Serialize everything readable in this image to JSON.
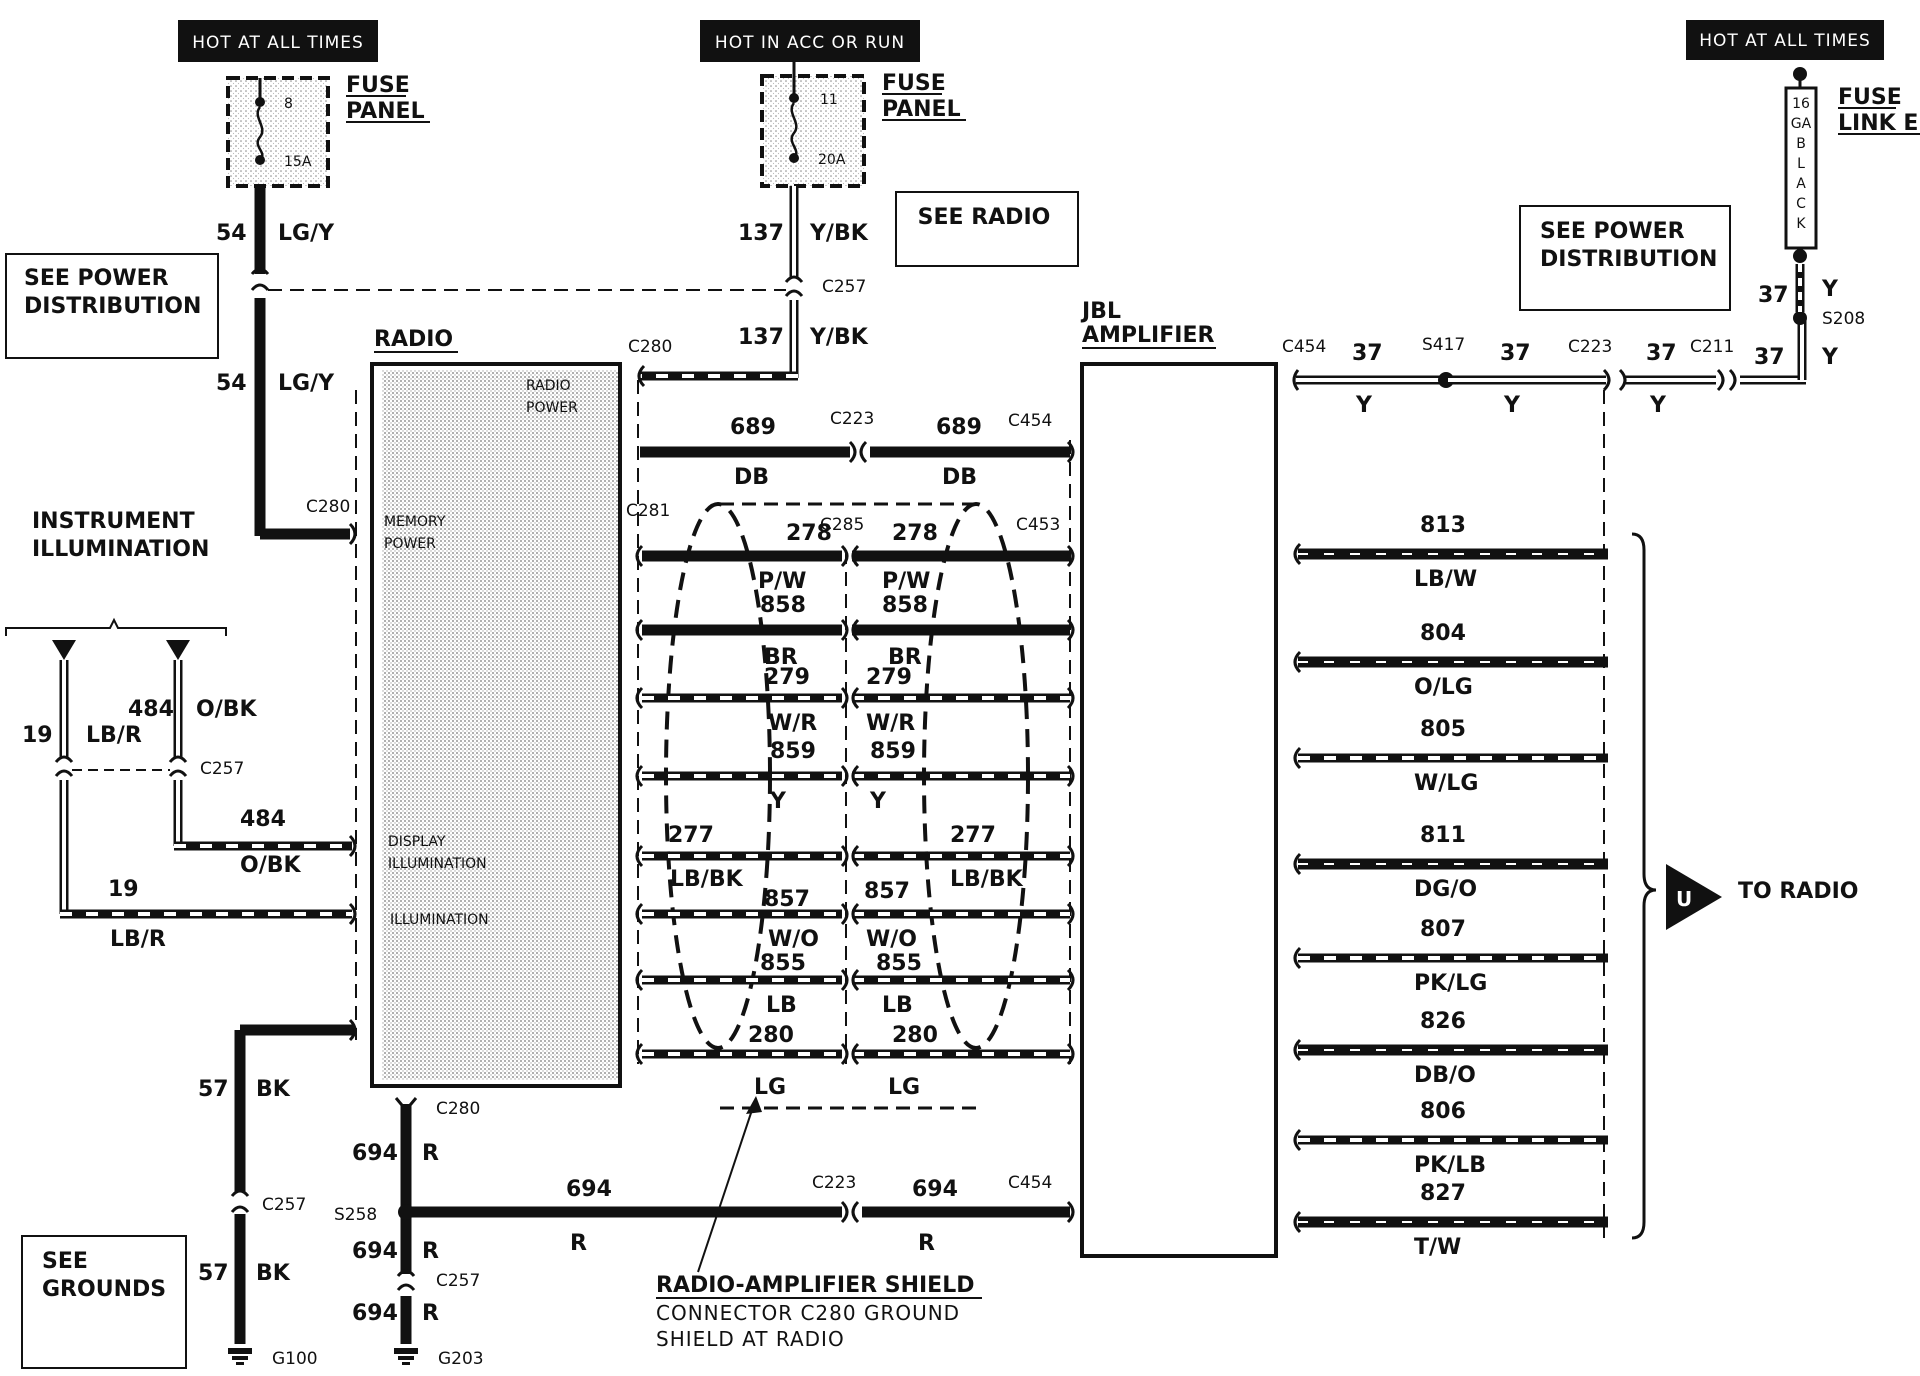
{
  "power_sources": {
    "left_header": "HOT AT ALL TIMES",
    "center_header": "HOT IN ACC OR RUN",
    "right_header": "HOT AT ALL TIMES",
    "fuse_panel_label_1": "FUSE",
    "fuse_panel_label_2": "PANEL",
    "fuse_left_num": "8",
    "fuse_left_amp": "15A",
    "fuse_center_num": "11",
    "fuse_center_amp": "20A",
    "fuse_link_label_1": "FUSE",
    "fuse_link_label_2": "LINK E",
    "fuse_link_text": [
      "16",
      "GA",
      "B",
      "L",
      "A",
      "C",
      "K"
    ]
  },
  "reference_boxes": {
    "see_power_dist_left": [
      "SEE POWER",
      "DISTRIBUTION"
    ],
    "see_radio": "SEE RADIO",
    "see_power_dist_right": [
      "SEE POWER",
      "DISTRIBUTION"
    ],
    "see_grounds": [
      "SEE",
      "GROUNDS"
    ]
  },
  "components": {
    "radio": "RADIO",
    "radio_power": [
      "RADIO",
      "POWER"
    ],
    "memory_power": [
      "MEMORY",
      "POWER"
    ],
    "display_illumination": [
      "DISPLAY",
      "ILLUMINATION"
    ],
    "illumination": "ILLUMINATION",
    "amplifier": [
      "JBL",
      "AMPLIFIER"
    ],
    "instrument_illumination": [
      "INSTRUMENT",
      "ILLUMINATION"
    ],
    "to_radio": "TO RADIO",
    "to_radio_marker": "U"
  },
  "connectors": {
    "c280": "C280",
    "c257": "C257",
    "c281": "C281",
    "c285": "C285",
    "c453": "C453",
    "c223": "C223",
    "c454": "C454",
    "c211": "C211",
    "s417": "S417",
    "s208": "S208",
    "s258": "S258",
    "g100": "G100",
    "g203": "G203"
  },
  "wires": {
    "w54": "54",
    "lgy": "LG/Y",
    "w137": "137",
    "ybk": "Y/BK",
    "w689": "689",
    "db": "DB",
    "w278": "278",
    "pw": "P/W",
    "w858": "858",
    "br": "BR",
    "w279": "279",
    "wr": "W/R",
    "w859": "859",
    "y": "Y",
    "w277": "277",
    "lbbk": "LB/BK",
    "w857": "857",
    "wo": "W/O",
    "w855": "855",
    "lb": "LB",
    "w280": "280",
    "lg": "LG",
    "w484": "484",
    "obk": "O/BK",
    "w19": "19",
    "lbr": "LB/R",
    "w57": "57",
    "bk": "BK",
    "w694": "694",
    "r": "R",
    "w37": "37"
  },
  "speaker_wires": [
    {
      "num": "813",
      "color": "LB/W"
    },
    {
      "num": "804",
      "color": "O/LG"
    },
    {
      "num": "805",
      "color": "W/LG"
    },
    {
      "num": "811",
      "color": "DG/O"
    },
    {
      "num": "807",
      "color": "PK/LG"
    },
    {
      "num": "826",
      "color": "DB/O"
    },
    {
      "num": "806",
      "color": "PK/LB"
    },
    {
      "num": "827",
      "color": "T/W"
    }
  ],
  "shield_note": {
    "title": "RADIO-AMPLIFIER SHIELD",
    "line1": "CONNECTOR C280 GROUND",
    "line2": "SHIELD AT RADIO"
  }
}
